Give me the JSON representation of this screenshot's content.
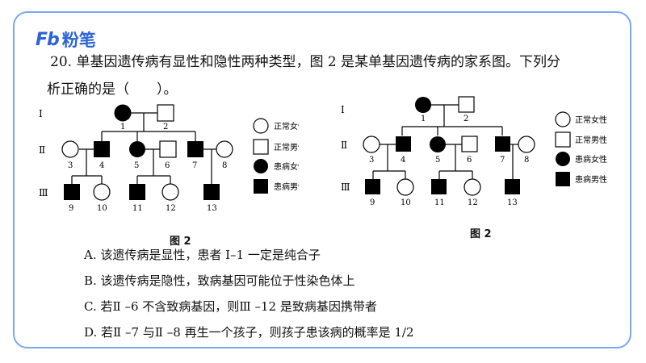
{
  "brand": {
    "mark": "Fb",
    "name": "粉笔"
  },
  "question": {
    "line1": "20. 单基因遗传病有显性和隐性两种类型，图 2 是某单基因遗传病的家系图。下列分",
    "line2": "析正确的是（　　）。"
  },
  "pedigree": {
    "generations": [
      "Ⅰ",
      "Ⅱ",
      "Ⅲ"
    ],
    "individuals": [
      "1",
      "2",
      "3",
      "4",
      "5",
      "6",
      "7",
      "8",
      "9",
      "10",
      "11",
      "12",
      "13"
    ],
    "legend": {
      "normal_female": "正常女性",
      "normal_male": "正常男性",
      "affected_female": "患病女性",
      "affected_male": "患病男性"
    },
    "caption": "图 2"
  },
  "options": [
    {
      "label": "A. 该遗传病是显性，患者 I–1 一定是纯合子"
    },
    {
      "label": "B. 该遗传病是隐性，致病基因可能位于性染色体上"
    },
    {
      "label": "C. 若Ⅱ –6 不含致病基因，则Ⅲ –12 是致病基因携带者"
    },
    {
      "label": "D. 若Ⅱ –7 与Ⅱ –8 再生一个孩子，则孩子患该病的概率是 1/2"
    }
  ]
}
